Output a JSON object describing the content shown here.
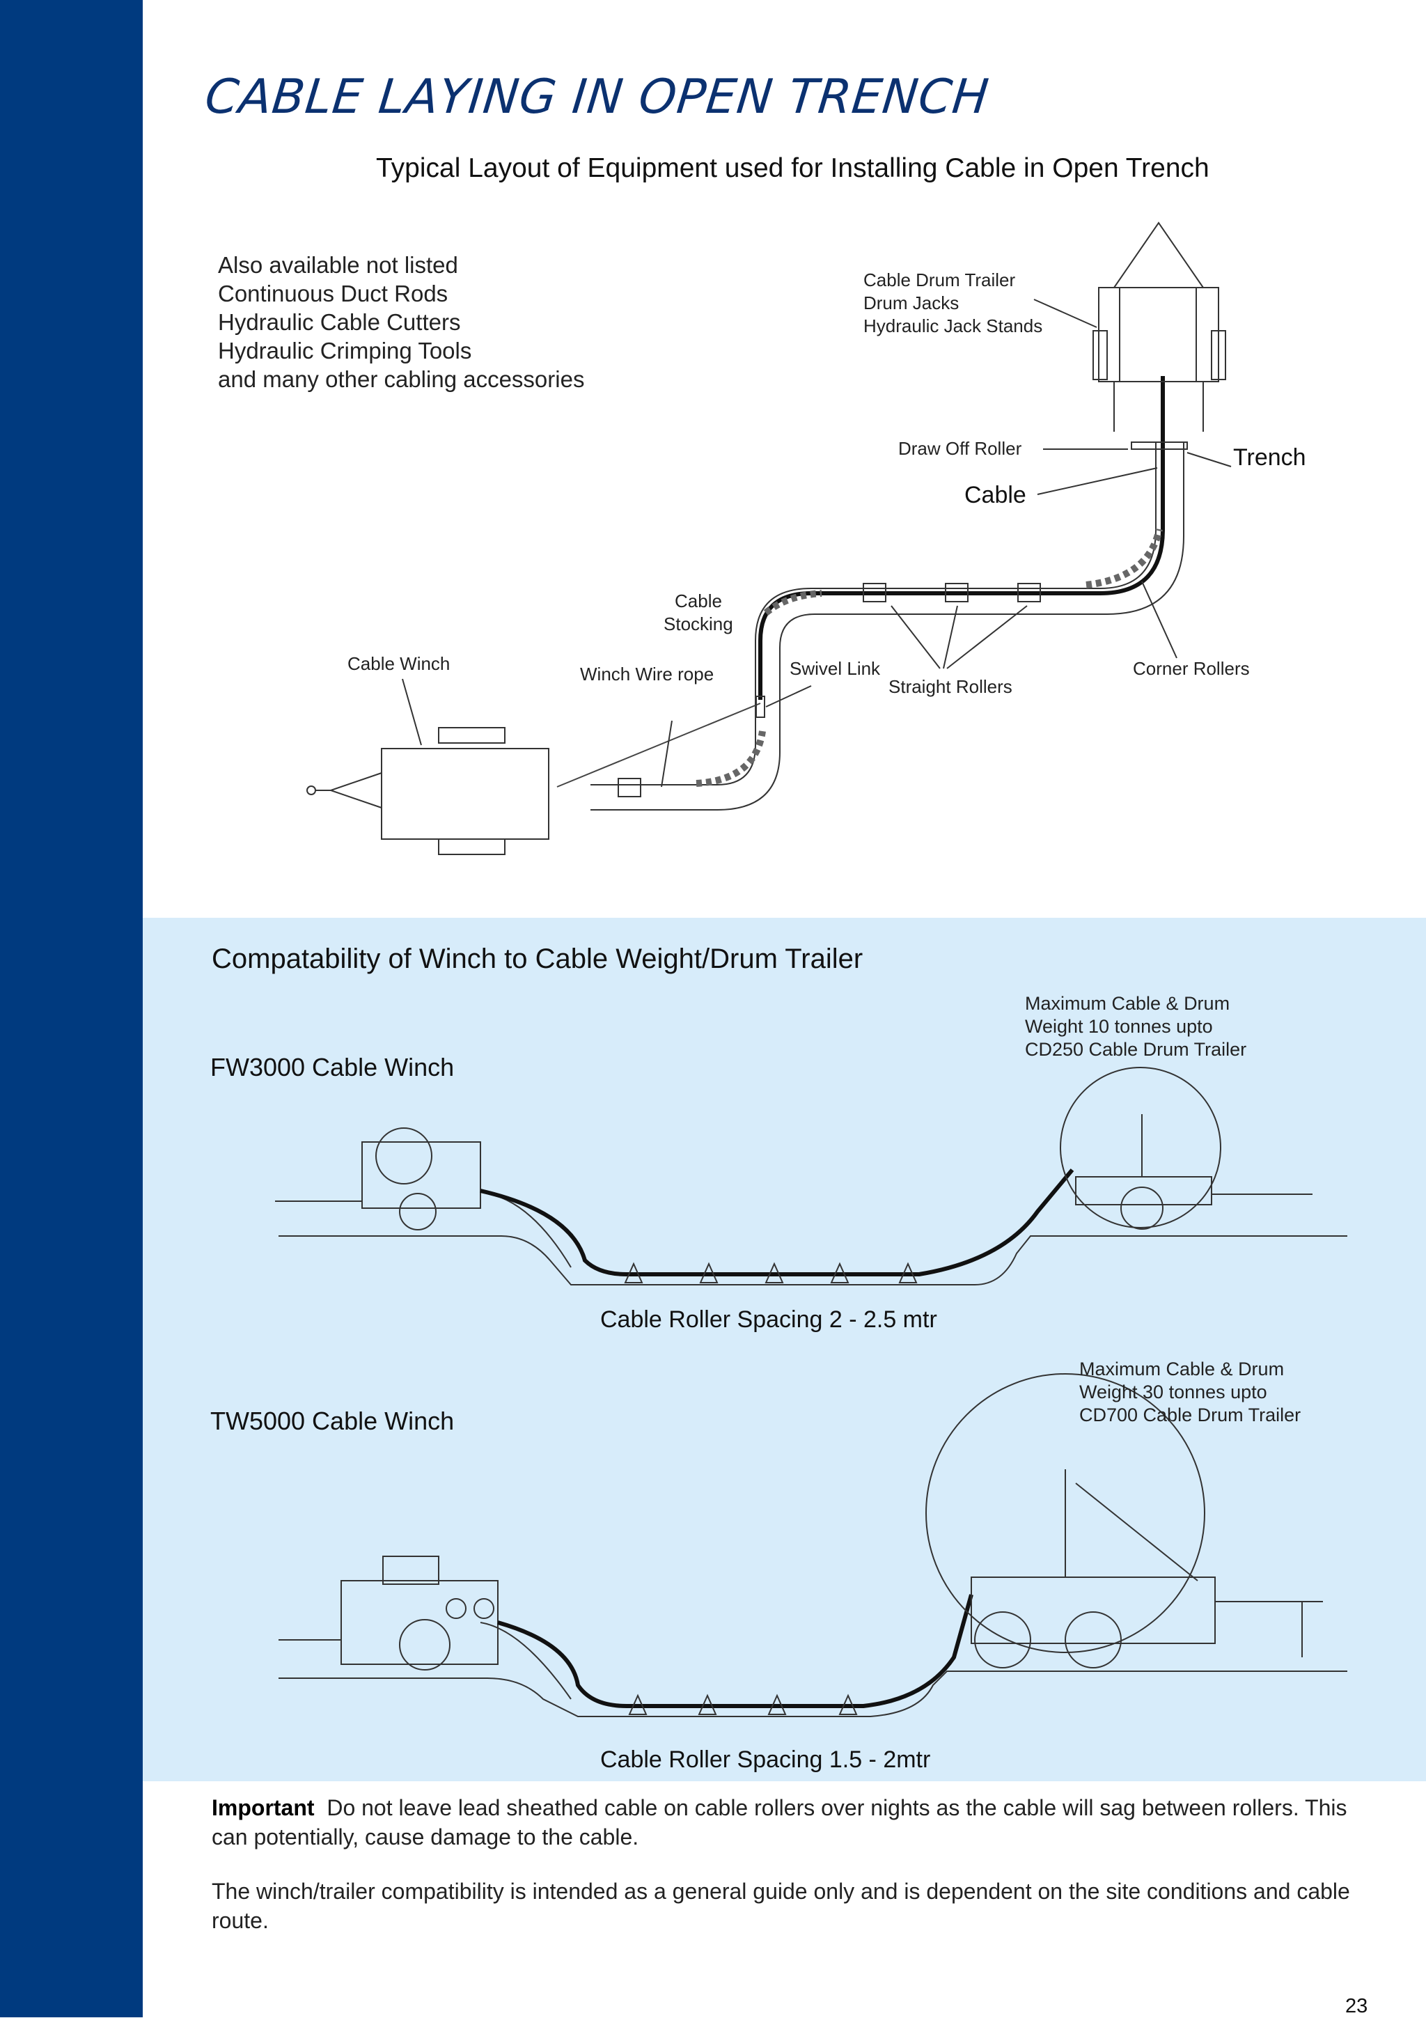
{
  "page": {
    "title": "CABLE LAYING IN OPEN TRENCH",
    "subtitle": "Typical Layout of Equipment used for Installing Cable in Open Trench",
    "page_number": "23"
  },
  "also_available": [
    "Also available not listed",
    "Continuous Duct Rods",
    "Hydraulic Cable Cutters",
    "Hydraulic Crimping Tools",
    "and many other cabling accessories"
  ],
  "layout_labels": {
    "drum_trailer": [
      "Cable Drum Trailer",
      "Drum Jacks",
      "Hydraulic Jack Stands"
    ],
    "draw_off_roller": "Draw Off Roller",
    "trench": "Trench",
    "cable": "Cable",
    "cable_stocking": [
      "Cable",
      "Stocking"
    ],
    "cable_winch": "Cable Winch",
    "winch_wire_rope": "Winch Wire rope",
    "swivel_link": "Swivel Link",
    "straight_rollers": "Straight Rollers",
    "corner_rollers": "Corner Rollers"
  },
  "compatibility": {
    "title": "Compatability of Winch to Cable Weight/Drum Trailer",
    "fw3000": {
      "title": "FW3000 Cable Winch",
      "note": [
        "Maximum Cable & Drum",
        "Weight 10 tonnes upto",
        "CD250 Cable Drum Trailer"
      ],
      "spacing": "Cable Roller Spacing 2 - 2.5 mtr"
    },
    "tw5000": {
      "title": "TW5000 Cable Winch",
      "note": [
        "Maximum Cable & Drum",
        "Weight 30 tonnes upto",
        "CD700 Cable Drum Trailer"
      ],
      "spacing": "Cable Roller Spacing 1.5 - 2mtr"
    }
  },
  "important": {
    "label": "Important",
    "text": "Do not leave lead sheathed cable on cable rollers over nights as the cable will sag between rollers. This can potentially, cause damage to the cable."
  },
  "guide_text": "The winch/trailer compatibility is intended as a general guide only and is dependent on the site conditions and cable route.",
  "colors": {
    "sidebar": "#003a7f",
    "title": "#0b3170",
    "panel": "#d7ecfa"
  }
}
